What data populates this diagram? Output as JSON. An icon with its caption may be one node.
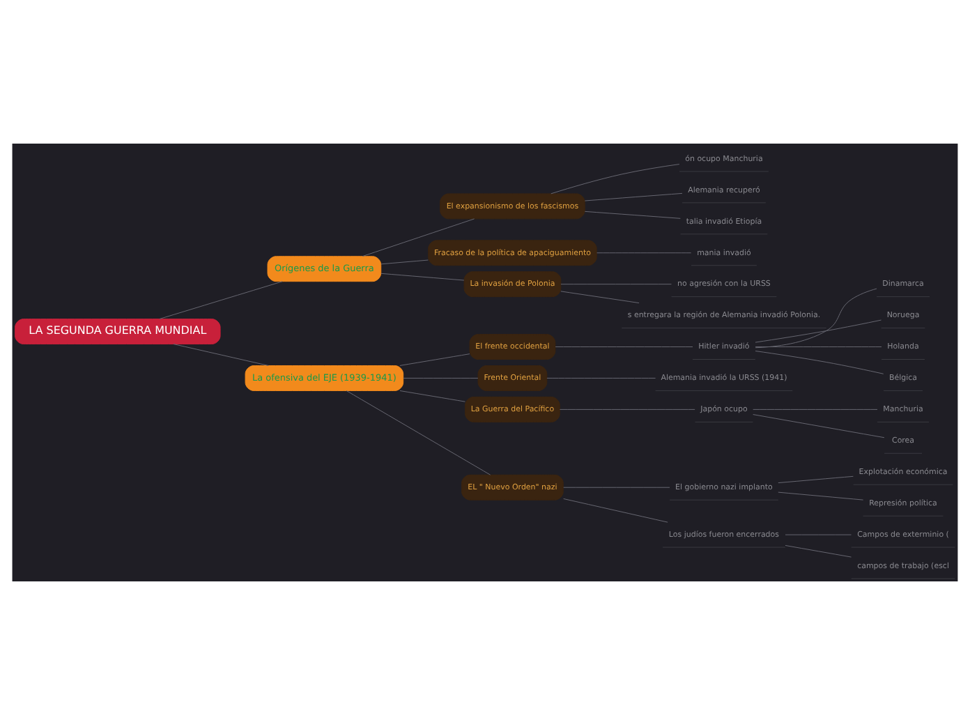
{
  "diagram": {
    "nodes": [
      {
        "text": [
          "LA SEGUNDA GUERRA MUNDIAL"
        ]
      },
      {
        "text": [
          "Orígenes de la Guerra"
        ]
      },
      {
        "text": [
          "El expansionismo de los fascismos"
        ]
      },
      {
        "text": [
          "ón ocupo Manchuria"
        ]
      },
      {
        "text": [
          "Alemania recuperó"
        ]
      },
      {
        "text": [
          "talia invadió Etiopía"
        ]
      },
      {
        "text": [
          "Fracaso de la política de apaciguamiento"
        ]
      },
      {
        "text": [
          "mania invadió"
        ]
      },
      {
        "text": [
          "La invasión de Polonia"
        ]
      },
      {
        "text": [
          "no agresión con la URSS"
        ]
      },
      {
        "text": [
          "s entregara la región de Alemania invadió Polonia."
        ]
      },
      {
        "text": [
          "La ofensiva del EJE (1939-1941)"
        ]
      },
      {
        "text": [
          "El frente occidental"
        ]
      },
      {
        "text": [
          "Hitler invadió"
        ]
      },
      {
        "text": [
          "Dinamarca"
        ]
      },
      {
        "text": [
          "Noruega"
        ]
      },
      {
        "text": [
          "Holanda"
        ]
      },
      {
        "text": [
          "Bélgica"
        ]
      },
      {
        "text": [
          "Frente Oriental"
        ]
      },
      {
        "text": [
          "Alemania invadió la URSS (1941)"
        ]
      },
      {
        "text": [
          "La Guerra del Pacífico"
        ]
      },
      {
        "text": [
          "Japón ocupo"
        ]
      },
      {
        "text": [
          "Manchuria"
        ]
      },
      {
        "text": [
          "Corea"
        ]
      },
      {
        "text": [
          "EL \" Nuevo Orden\" nazi"
        ]
      },
      {
        "text": [
          "El gobierno nazi implanto"
        ]
      },
      {
        "text": [
          "Explotación económica"
        ]
      },
      {
        "text": [
          "Represión política"
        ]
      },
      {
        "text": [
          "Los judíos fueron encerrados"
        ]
      },
      {
        "text": [
          "Campos de exterminio ("
        ]
      },
      {
        "text": [
          "campos de trabajo (escl"
        ]
      }
    ],
    "edges": [
      {
        "from": 0,
        "to": 1,
        "arrow": "none"
      },
      {
        "from": 1,
        "to": 2,
        "arrow": "none"
      },
      {
        "from": 2,
        "to": 3,
        "arrow": "none"
      },
      {
        "from": 2,
        "to": 4,
        "arrow": "none"
      },
      {
        "from": 2,
        "to": 5,
        "arrow": "none"
      },
      {
        "from": 1,
        "to": 6,
        "arrow": "none"
      },
      {
        "from": 6,
        "to": 7,
        "arrow": "none"
      },
      {
        "from": 1,
        "to": 8,
        "arrow": "none"
      },
      {
        "from": 8,
        "to": 9,
        "arrow": "none"
      },
      {
        "from": 8,
        "to": 10,
        "arrow": "none"
      },
      {
        "from": 0,
        "to": 11,
        "arrow": "none"
      },
      {
        "from": 11,
        "to": 12,
        "arrow": "none"
      },
      {
        "from": 12,
        "to": 13,
        "arrow": "none"
      },
      {
        "from": 13,
        "to": 14,
        "arrow": "none"
      },
      {
        "from": 13,
        "to": 15,
        "arrow": "none"
      },
      {
        "from": 13,
        "to": 16,
        "arrow": "none"
      },
      {
        "from": 13,
        "to": 17,
        "arrow": "none"
      },
      {
        "from": 11,
        "to": 18,
        "arrow": "none"
      },
      {
        "from": 18,
        "to": 19,
        "arrow": "none"
      },
      {
        "from": 11,
        "to": 20,
        "arrow": "none"
      },
      {
        "from": 20,
        "to": 21,
        "arrow": "none"
      },
      {
        "from": 21,
        "to": 22,
        "arrow": "none"
      },
      {
        "from": 21,
        "to": 23,
        "arrow": "none"
      },
      {
        "from": 11,
        "to": 24,
        "arrow": "none"
      },
      {
        "from": 24,
        "to": 25,
        "arrow": "none"
      },
      {
        "from": 25,
        "to": 26,
        "arrow": "none"
      },
      {
        "from": 25,
        "to": 27,
        "arrow": "none"
      },
      {
        "from": 24,
        "to": 28,
        "arrow": "none"
      },
      {
        "from": 28,
        "to": 29,
        "arrow": "none"
      },
      {
        "from": 28,
        "to": 30,
        "arrow": "none"
      }
    ]
  }
}
